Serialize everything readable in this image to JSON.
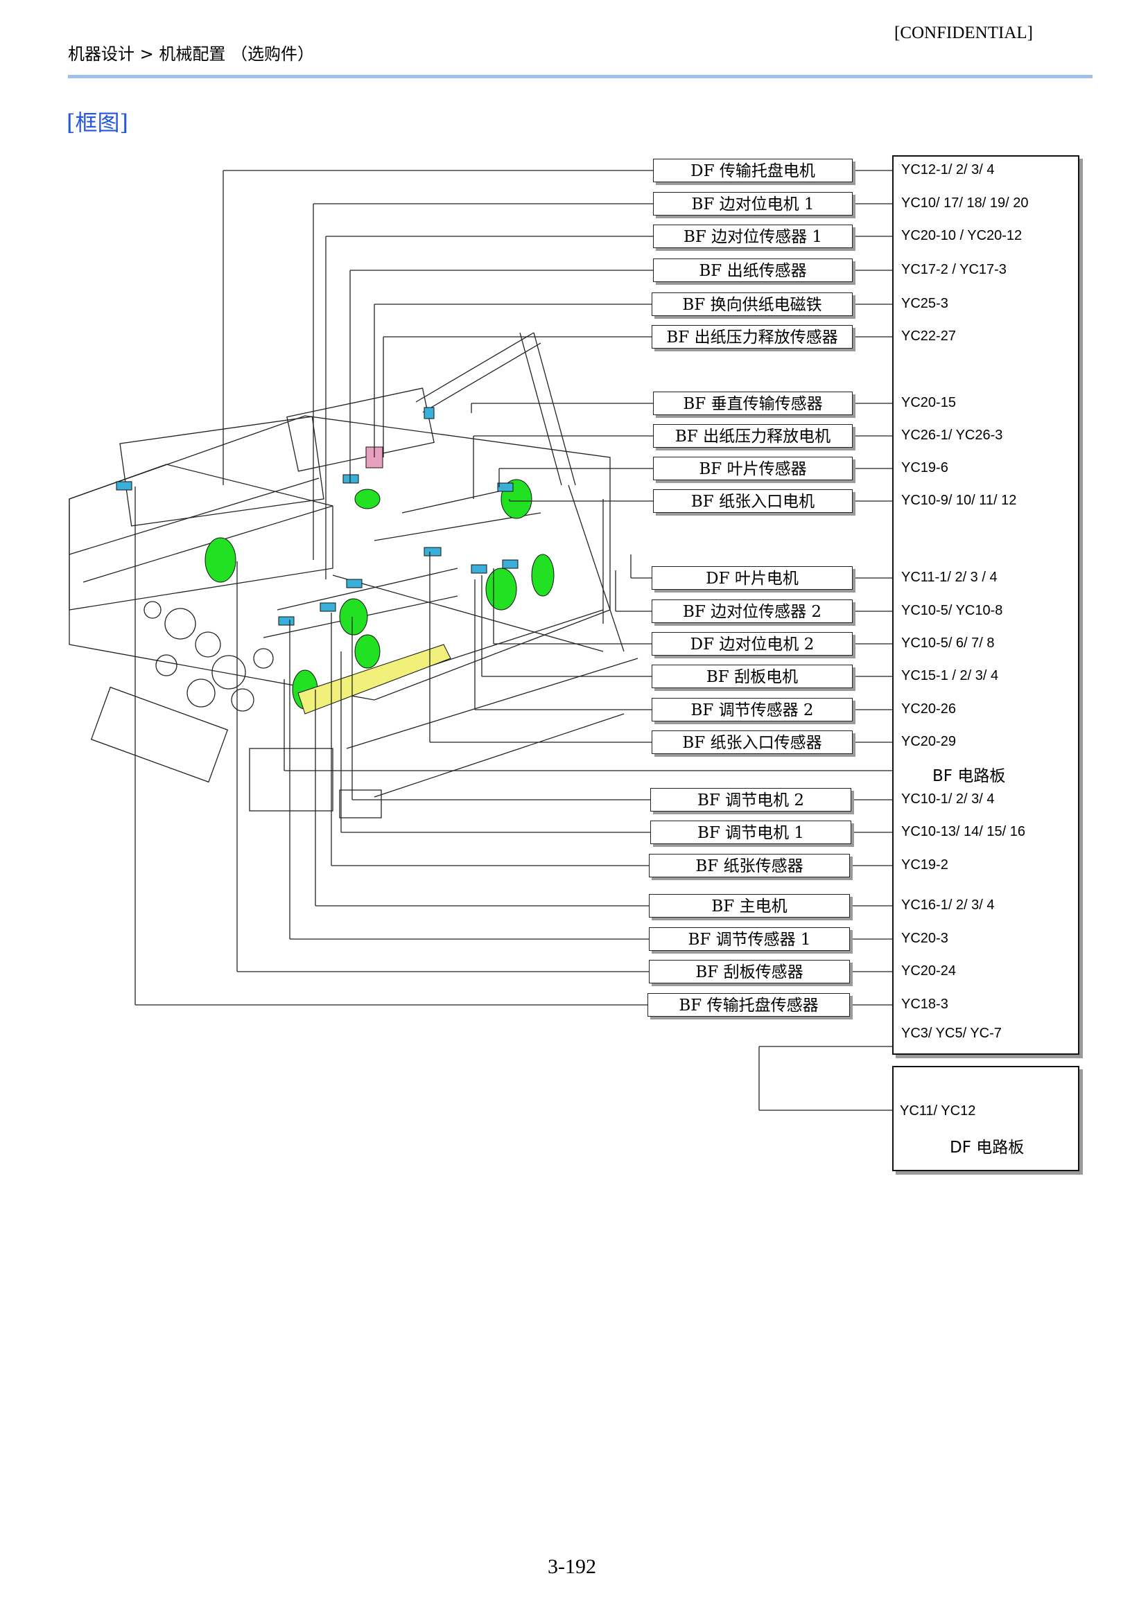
{
  "header": {
    "breadcrumb": "机器设计 > 机械配置 （选购件）",
    "confidential": "[CONFIDENTIAL]"
  },
  "section_title": "[框图]",
  "components": [
    {
      "label": "DF 传输托盘电机",
      "connector": "YC12-1/ 2/ 3/ 4"
    },
    {
      "label": "BF 边对位电机 1",
      "connector": "YC10/ 17/ 18/ 19/ 20"
    },
    {
      "label": "BF 边对位传感器 1",
      "connector": "YC20-10 / YC20-12"
    },
    {
      "label": "BF 出纸传感器",
      "connector": "YC17-2 / YC17-3"
    },
    {
      "label": "BF 换向供纸电磁铁",
      "connector": "YC25-3"
    },
    {
      "label": "BF 出纸压力释放传感器",
      "connector": "YC22-27"
    },
    {
      "label": "BF 垂直传输传感器",
      "connector": "YC20-15"
    },
    {
      "label": "BF 出纸压力释放电机",
      "connector": "YC26-1/ YC26-3"
    },
    {
      "label": "BF 叶片传感器",
      "connector": "YC19-6"
    },
    {
      "label": "BF 纸张入口电机",
      "connector": "YC10-9/ 10/ 11/ 12"
    },
    {
      "label": "DF 叶片电机",
      "connector": "YC11-1/ 2/ 3 / 4"
    },
    {
      "label": "BF 边对位传感器 2",
      "connector": "YC10-5/ YC10-8"
    },
    {
      "label": "DF 边对位电机 2",
      "connector": "YC10-5/ 6/ 7/ 8"
    },
    {
      "label": "BF 刮板电机",
      "connector": "YC15-1 / 2/ 3/ 4"
    },
    {
      "label": "BF 调节传感器 2",
      "connector": "YC20-26"
    },
    {
      "label": "BF 纸张入口传感器",
      "connector": "YC20-29"
    },
    {
      "label": "BF 调节电机 2",
      "connector": "YC10-1/ 2/ 3/ 4"
    },
    {
      "label": "BF 调节电机 1",
      "connector": "YC10-13/ 14/ 15/ 16"
    },
    {
      "label": "BF 纸张传感器",
      "connector": "YC19-2"
    },
    {
      "label": "BF 主电机",
      "connector": "YC16-1/ 2/ 3/ 4"
    },
    {
      "label": "BF 调节传感器 1",
      "connector": "YC20-3"
    },
    {
      "label": "BF 刮板传感器",
      "connector": "YC20-24"
    },
    {
      "label": "BF 传输托盘传感器",
      "connector": "YC18-3"
    }
  ],
  "bf_board": {
    "name": "BF 电路板",
    "link_connector": "YC3/ YC5/ YC-7"
  },
  "df_board": {
    "name": "DF 电路板",
    "connector": "YC11/ YC12"
  },
  "page_number": "3-192",
  "colors": {
    "accent_rule": "#9fc0ea",
    "title_blue": "#2456e0",
    "motor_green": "#22e022",
    "sensor_cyan": "#3ab0d8",
    "solenoid_pink": "#e8a0c0",
    "scraper_yellow": "#f0f07a"
  }
}
